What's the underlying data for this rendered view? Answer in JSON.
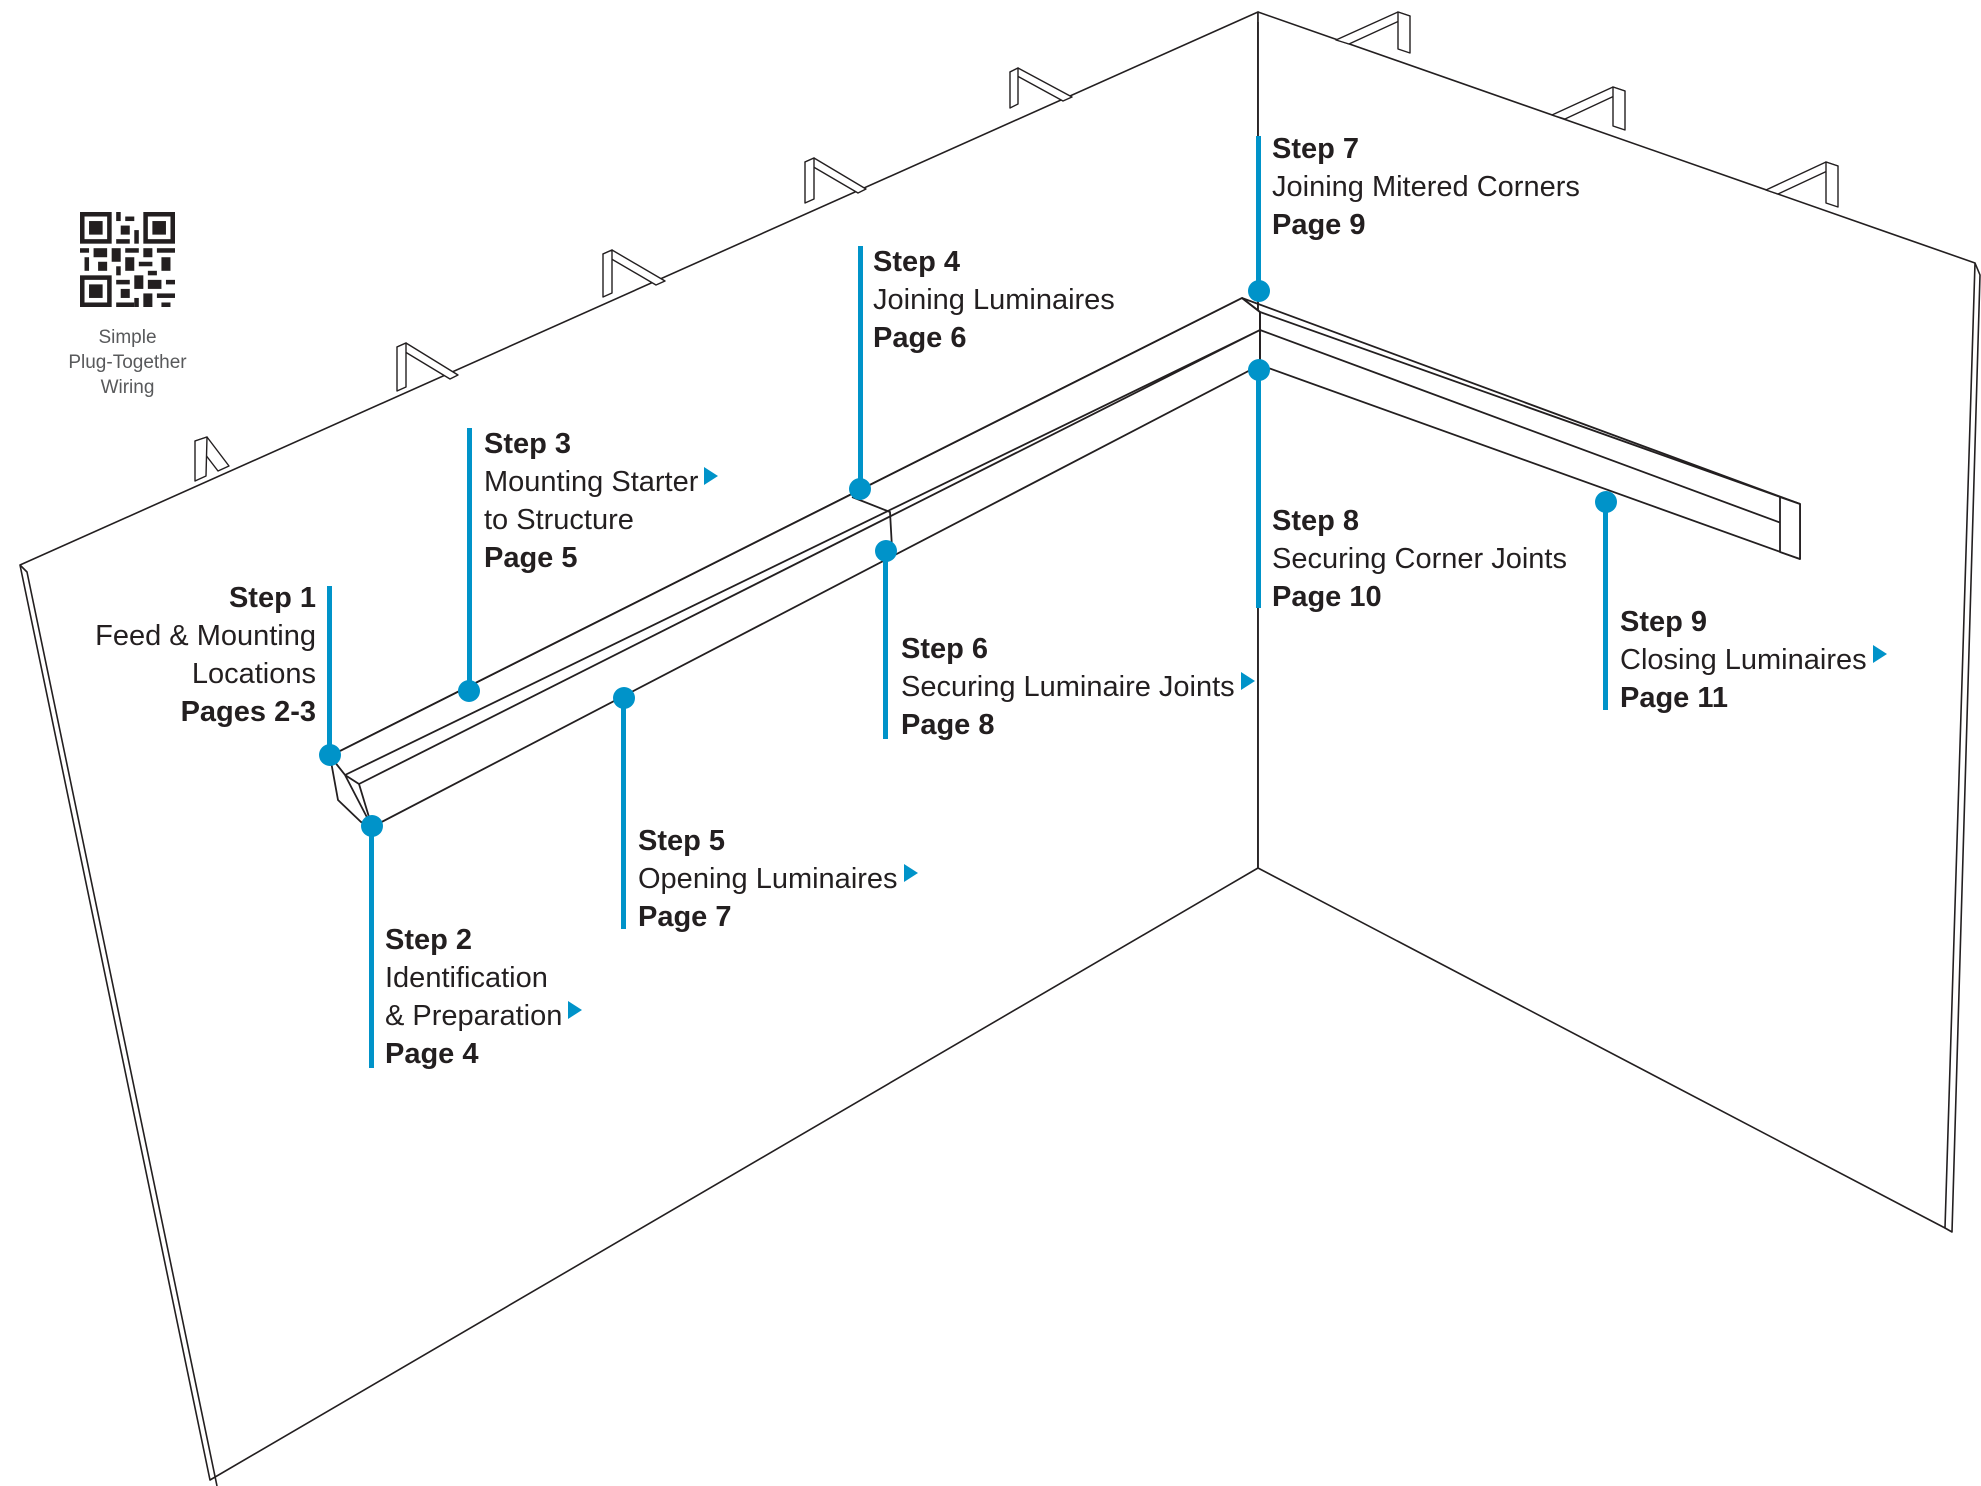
{
  "colors": {
    "accent": "#0093c9",
    "lines": "#231f20",
    "caption": "#58595b"
  },
  "qr": {
    "icon": "qr-code-icon",
    "caption": [
      "Simple",
      "Plug-Together",
      "Wiring"
    ]
  },
  "steps": [
    {
      "title": "Step 1",
      "description": [
        "Feed & Mounting",
        "Locations"
      ],
      "page": "Pages 2-3",
      "arrow": false
    },
    {
      "title": "Step 2",
      "description": [
        "Identification",
        "& Preparation"
      ],
      "page": "Page 4",
      "arrow": true
    },
    {
      "title": "Step 3",
      "description": [
        "Mounting Starter",
        "to Structure"
      ],
      "page": "Page 5",
      "arrow": true
    },
    {
      "title": "Step 4",
      "description": [
        "Joining Luminaires"
      ],
      "page": "Page 6",
      "arrow": false
    },
    {
      "title": "Step 5",
      "description": [
        "Opening Luminaires"
      ],
      "page": "Page 7",
      "arrow": true
    },
    {
      "title": "Step 6",
      "description": [
        "Securing Luminaire Joints"
      ],
      "page": "Page 8",
      "arrow": true
    },
    {
      "title": "Step 7",
      "description": [
        "Joining Mitered Corners"
      ],
      "page": "Page 9",
      "arrow": false
    },
    {
      "title": "Step 8",
      "description": [
        "Securing Corner Joints"
      ],
      "page": "Page 10",
      "arrow": false
    },
    {
      "title": "Step 9",
      "description": [
        "Closing Luminaires"
      ],
      "page": "Page 11",
      "arrow": true
    }
  ]
}
